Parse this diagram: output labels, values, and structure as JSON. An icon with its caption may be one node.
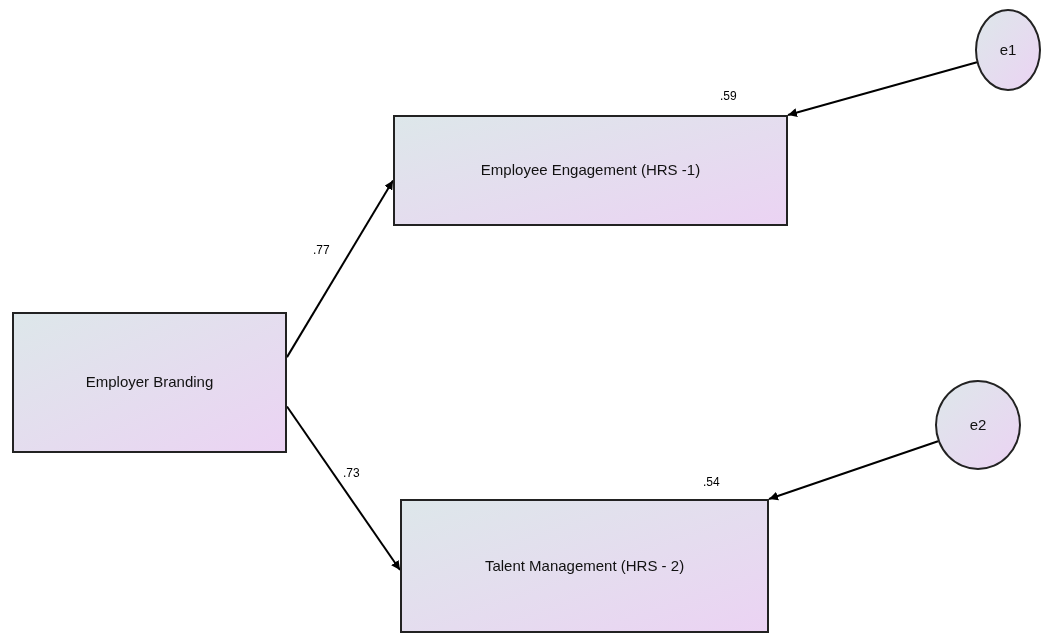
{
  "diagram": {
    "nodes": [
      {
        "text": [
          "Employer Branding"
        ]
      },
      {
        "text": [
          "Employee Engagement (HRS -1)"
        ],
        "beside": [
          ".59"
        ]
      },
      {
        "text": [
          "Talent Management (HRS - 2)"
        ],
        "beside": [
          ".54"
        ]
      },
      {
        "text": [
          "e1"
        ]
      },
      {
        "text": [
          "e2"
        ]
      }
    ],
    "edges": [
      {
        "from": 0,
        "to": 1,
        "arrow": "to",
        "label": ".77"
      },
      {
        "from": 0,
        "to": 2,
        "arrow": "to",
        "label": ".73"
      },
      {
        "from": 3,
        "to": 1,
        "arrow": "to"
      },
      {
        "from": 4,
        "to": 2,
        "arrow": "to"
      }
    ]
  }
}
